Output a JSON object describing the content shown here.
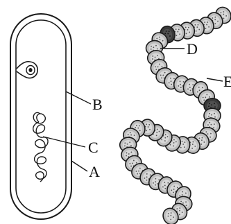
{
  "figure": {
    "labels": {
      "a": "A",
      "b": "B",
      "c": "C",
      "d": "D",
      "e": "E"
    },
    "colors": {
      "line": "#1a1a1a",
      "cell_fill": "#bdbdbd",
      "cell_highlight": "#e4e4e4",
      "dark_cell": "#3a3a3a",
      "background": "#ffffff"
    },
    "chain_cell_count": 42
  }
}
